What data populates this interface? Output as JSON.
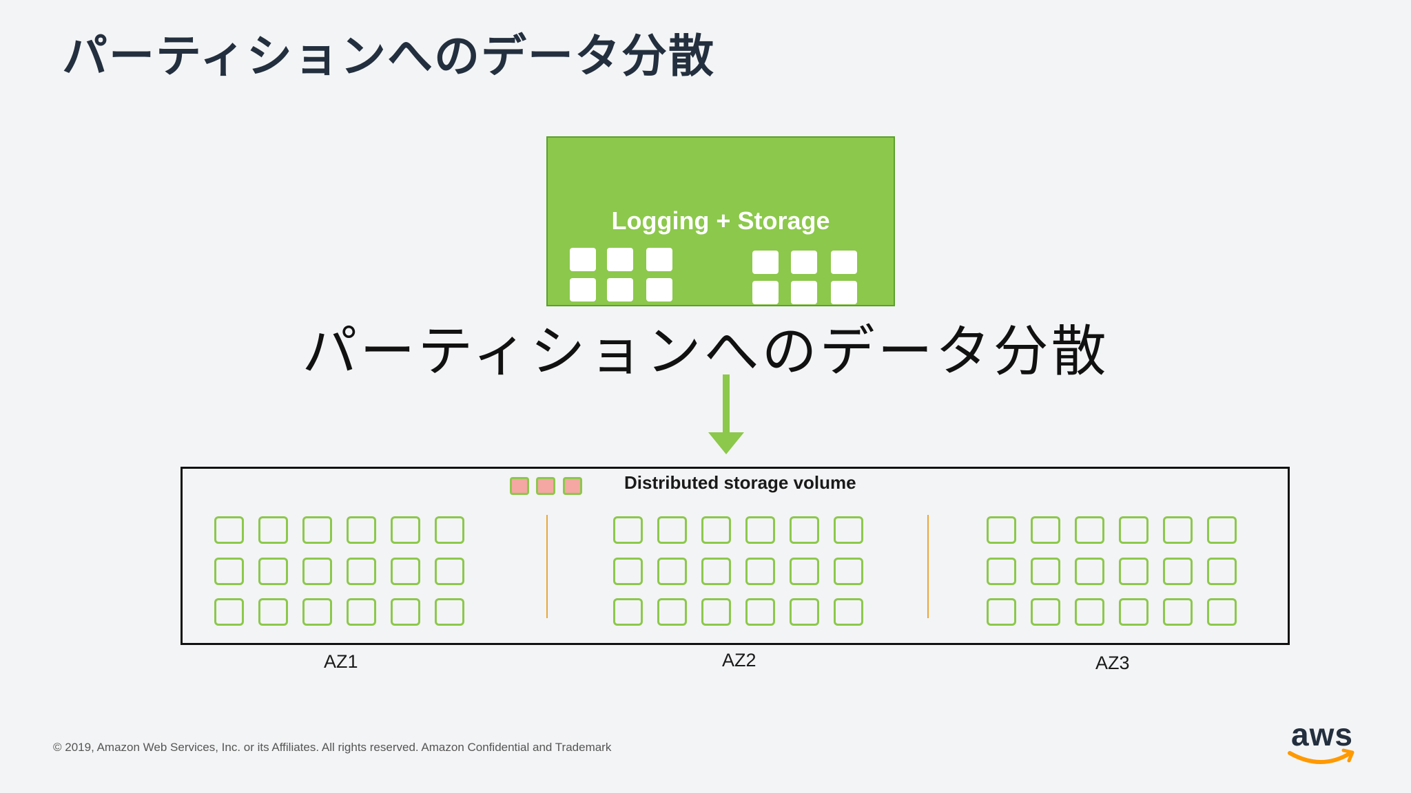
{
  "slide": {
    "title": "パーティションへのデータ分散",
    "overlay_title": "パーティションへのデータ分散"
  },
  "app_box": {
    "label": "Logging + Storage",
    "color": "#8cc84b"
  },
  "volume": {
    "label": "Distributed storage volume"
  },
  "zones": [
    {
      "label": "AZ1"
    },
    {
      "label": "AZ2"
    },
    {
      "label": "AZ3"
    }
  ],
  "footer": {
    "copyright": "© 2019, Amazon Web Services, Inc. or its Affiliates. All rights reserved. Amazon Confidential and Trademark"
  },
  "logo": {
    "text": "aws",
    "smile_color": "#f90"
  },
  "colors": {
    "accent_green": "#8cc84b",
    "partition_pink": "#f4a7a3",
    "divider_orange": "#e8a838"
  }
}
